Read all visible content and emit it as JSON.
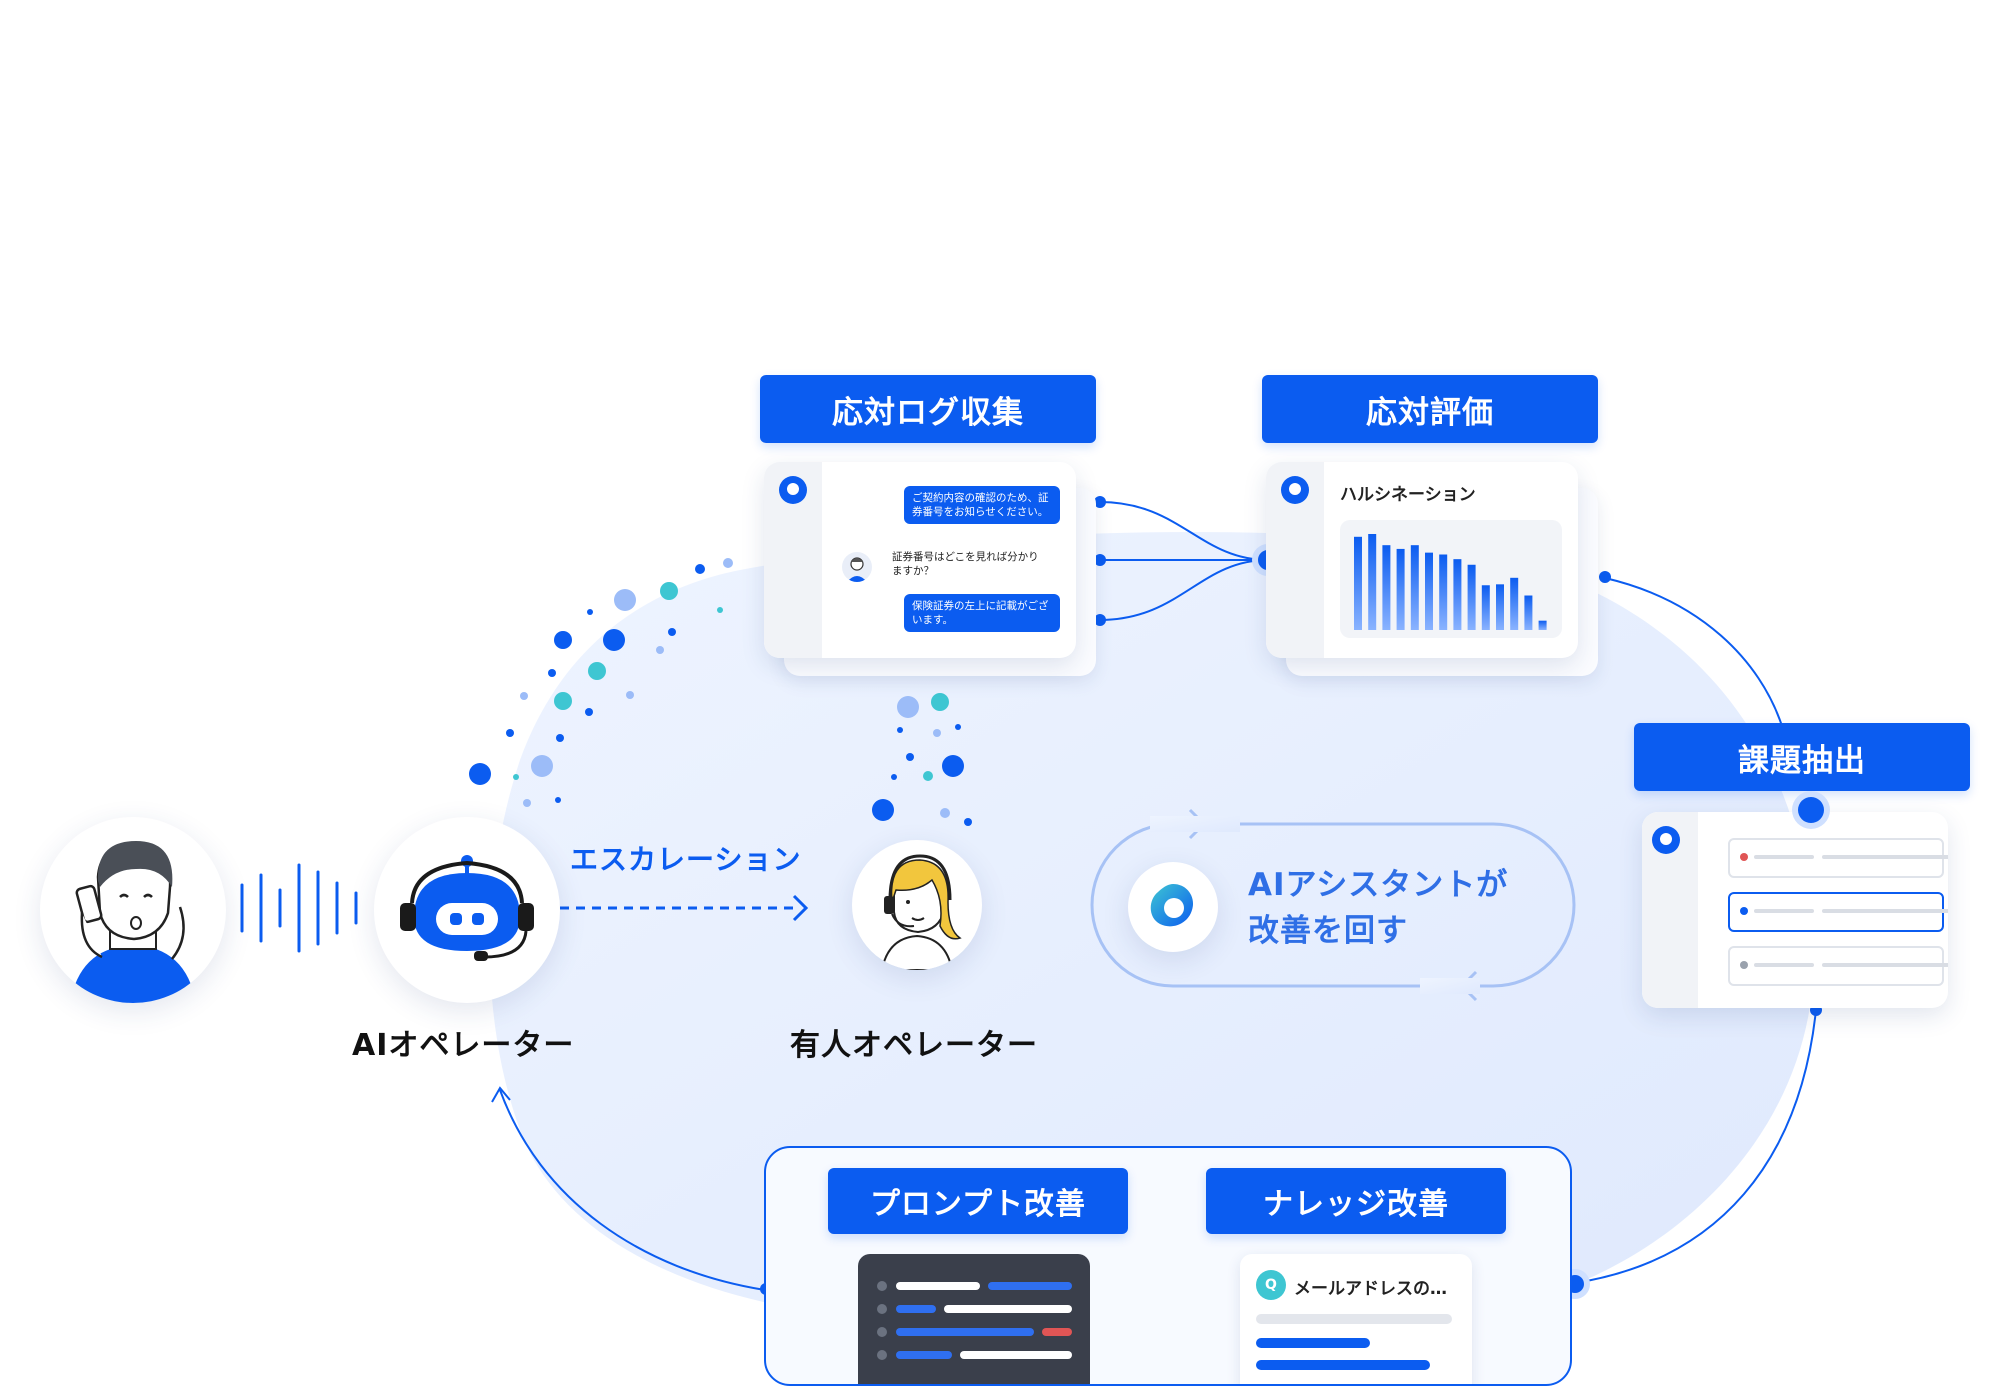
{
  "stages": {
    "log_collection": "応対ログ収集",
    "evaluation": "応対評価",
    "issue_extraction": "課題抽出",
    "prompt_improvement": "プロンプト改善",
    "knowledge_improvement": "ナレッジ改善"
  },
  "chat": {
    "bot_msg_1": "ご契約内容の確認のため、証券番号をお知らせください。",
    "user_msg": "証券番号はどこを見れば分かりますか？",
    "bot_msg_2": "保険証券の左上に記載がございます。"
  },
  "evaluation_card": {
    "title": "ハルシネーション",
    "bars": [
      100,
      103,
      91,
      87,
      91,
      83,
      81,
      76,
      70,
      48,
      49,
      56,
      37,
      10
    ]
  },
  "knowledge_card": {
    "badge": "Q",
    "text": "メールアドレスの…"
  },
  "center": {
    "line1": "AIアシスタントが",
    "line2": "改善を回す"
  },
  "flow": {
    "escalation": "エスカレーション",
    "ai_operator": "AIオペレーター",
    "human_operator": "有人オペレーター"
  },
  "colors": {
    "accent": "#0b5cf0",
    "cycle_fill": "#e6efff",
    "teal": "#3ec6d2",
    "light_blue": "#9cbcf8",
    "warning_dot": "#e05555"
  }
}
